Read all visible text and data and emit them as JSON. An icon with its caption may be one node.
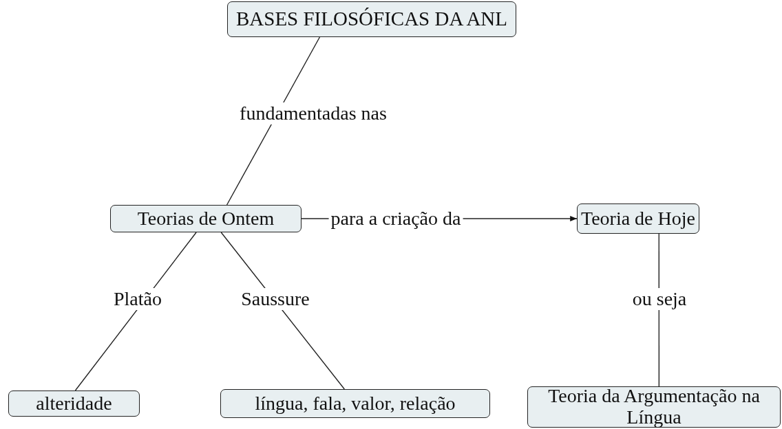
{
  "diagram": {
    "nodes": [
      {
        "text": [
          "BASES FILOSÓFICAS DA ANL"
        ]
      },
      {
        "text": [
          "Teorias de Ontem"
        ]
      },
      {
        "text": [
          "Teoria de Hoje"
        ]
      },
      {
        "text": [
          "alteridade"
        ]
      },
      {
        "text": [
          "língua, fala, valor, relação"
        ]
      },
      {
        "text": [
          "Teoria da Argumentação na Língua"
        ]
      }
    ],
    "edges": [
      {
        "from": 0,
        "to": 1,
        "arrow": "none",
        "label": "fundamentadas nas"
      },
      {
        "from": 1,
        "to": 2,
        "arrow": "to",
        "label": "para a criação da"
      },
      {
        "from": 1,
        "to": 3,
        "arrow": "none",
        "label": "Platão"
      },
      {
        "from": 1,
        "to": 4,
        "arrow": "none",
        "label": "Saussure"
      },
      {
        "from": 2,
        "to": 5,
        "arrow": "none",
        "label": "ou seja"
      }
    ]
  }
}
